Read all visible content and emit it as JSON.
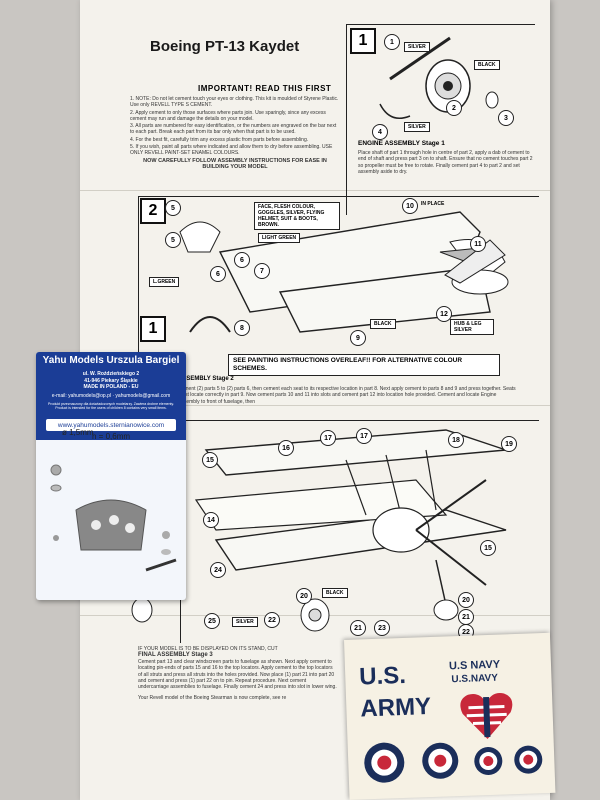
{
  "instructions": {
    "title": "Boeing PT-13 Kaydet",
    "important_title": "IMPORTANT! READ THIS FIRST",
    "notes": [
      "1. NOTE: Do not let cement touch your eyes or clothing. This kit is moulded of Styrene Plastic. Use only REVELL TYPE S CEMENT.",
      "2. Apply cement to only those surfaces where parts join. Use sparingly, since any excess cement may run and damage the details on your model.",
      "3. All parts are numbered for easy identification, or the numbers are engraved on the bar next to each part. Break each part from its bar only when that part is to be used.",
      "4. For the best fit, carefully trim any excess plastic from parts before assembling.",
      "5. If you wish, paint all parts where indicated and allow them to dry before assembling. USE ONLY REVELL PAINT-SET ENAMEL COLOURS."
    ],
    "closing": "NOW CAREFULLY FOLLOW ASSEMBLY INSTRUCTIONS FOR EASE IN BUILDING YOUR MODEL",
    "engine_stage_title": "ENGINE ASSEMBLY Stage 1",
    "engine_stage_text": "Place shaft of part 1 through hole in centre of part 2, apply a dab of cement to end of shaft and press part 3 on to shaft. Ensure that no cement touches part 2 so propeller must be free to rotate. Finally cement part 4 to part 2 and set assembly aside to dry.",
    "stage1_labels": {
      "silver1": "SILVER",
      "black": "BLACK",
      "silver2": "SILVER"
    },
    "stage2_labels": {
      "face": "FACE, FLESH COLOUR, GOGGLES, SILVER, FLYING HELMET, SUIT & BOOTS, BROWN.",
      "light_green": "LIGHT GREEN",
      "l_green": "L.GREEN",
      "in_place": "IN PLACE",
      "black": "BLACK",
      "hub": "HUB & LEG SILVER"
    },
    "notice": "SEE PAINTING INSTRUCTIONS OVERLEAF!! FOR ALTERNATIVE COLOUR SCHEMES.",
    "assembly2_title": "ASSEMBLY Stage 2",
    "assembly2_text": "Cement (2) parts 5 to (2) parts 6, then cement each seat to its respective location in part 8. Next apply cement to parts 8 and 9 and press together. Seats must locate correctly in part 9. Now cement parts 10 and 11 into slots and cement part 12 into location hole provided. Cement and locate Engine Assembly to front of fuselage, then",
    "stage3_labels": {
      "black": "BLACK",
      "silver": "SILVER"
    },
    "final_intro": "IF YOUR MODEL IS TO BE DISPLAYED ON ITS STAND, CUT",
    "final_title": "FINAL ASSEMBLY Stage 3",
    "final_text": "Cement part 13 and clear windscreen parts to fuselage as shown. Next apply cement to locating pin-ends of parts 15 and 16 to the top locators. Apply cement to the top locators of all struts and press all struts into the holes provided. Now place (1) part 21 into part 20 and cement and press (1) part 22 on to pin. Repeat procedure. Next cement undercarriage assemblies to fuselage. Finally cement 24 and press into slot in lower wing.",
    "final_footer": "Your Revell model of the Boeing Stearman is now complete, see re",
    "stage_numbers": [
      "1",
      "2",
      "1"
    ]
  },
  "callout_numbers": {
    "s1": [
      "1",
      "2",
      "3",
      "4"
    ],
    "s2": [
      "5",
      "5",
      "6",
      "6",
      "7",
      "8",
      "9",
      "10",
      "11",
      "12"
    ],
    "s3": [
      "14",
      "15",
      "16",
      "17",
      "17",
      "18",
      "19",
      "15",
      "20",
      "21",
      "22",
      "23",
      "24",
      "25",
      "22",
      "20",
      "21"
    ]
  },
  "product_card": {
    "brand": "Yahu Models Urszula Bargiel",
    "address1": "ul. W. Roździeńskiego 2",
    "address2": "41-946 Piekary Śląskie",
    "country": "MADE IN POLAND - EU",
    "email": "e-mail: yahumodels@op.pl   ·   yahumodels@gmail.com",
    "fine_print": "Produkt przeznaczony dla doświadczonych modelarzy. Zawiera drobne elementy. Product is intended for the users of children 8 contains very small items.",
    "url": "www.yahumodels.sternianowice.com",
    "diameter": "ø 1,5mm",
    "height": "h = 0,6mm"
  },
  "decal_sheet": {
    "us": "U.S.",
    "army": "ARMY",
    "navy1": "U.S NAVY",
    "navy2": "U.S.NAVY"
  },
  "colors": {
    "paper": "#f4f2ec",
    "background": "#c9c6c2",
    "card_blue": "#1b3d96",
    "decal_navy": "#1b2e5a",
    "decal_red": "#c8283a"
  }
}
